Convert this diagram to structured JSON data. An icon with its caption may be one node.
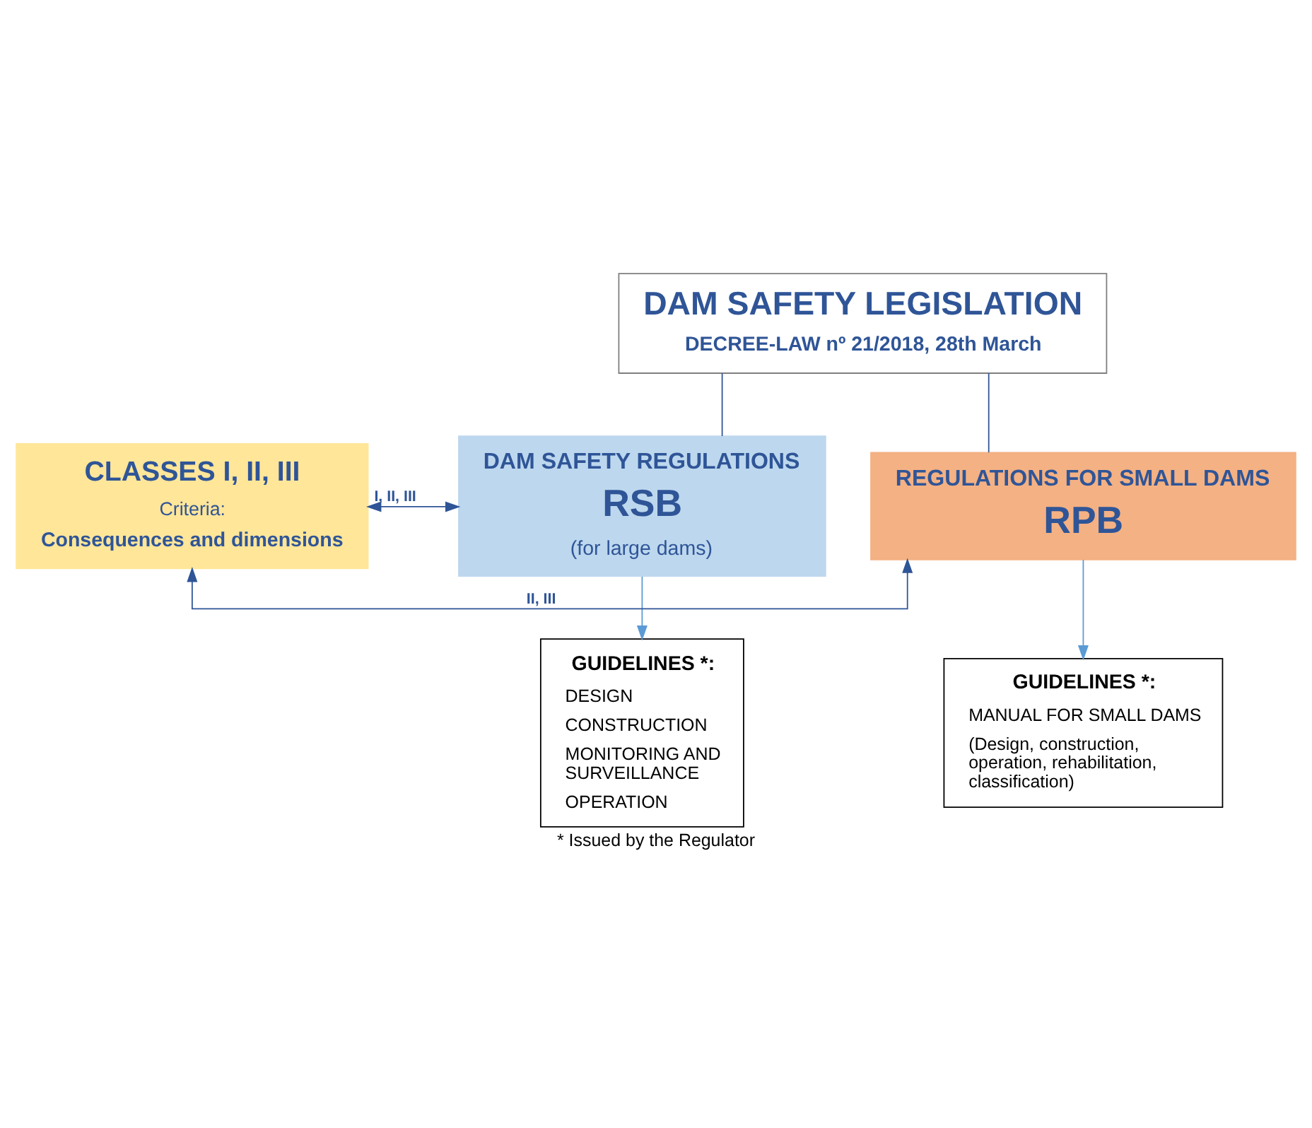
{
  "diagram": {
    "caption": "* Issued by the Regulator",
    "nodes": [
      {
        "text": [
          "DAM SAFETY LEGISLATION",
          "DECREE-LAW nº 21/2018, 28th March"
        ]
      },
      {
        "text": [
          "DAM SAFETY REGULATIONS",
          "RSB",
          "(for large dams)"
        ]
      },
      {
        "text": [
          "CLASSES I, II, III",
          "Criteria:",
          "Consequences and dimensions"
        ]
      },
      {
        "text": [
          "REGULATIONS FOR SMALL DAMS",
          "RPB"
        ]
      },
      {
        "text": [
          "GUIDELINES *:",
          "DESIGN",
          "CONSTRUCTION",
          "MONITORING AND SURVEILLANCE",
          "OPERATION"
        ]
      },
      {
        "text": [
          "GUIDELINES *:",
          "MANUAL FOR SMALL DAMS",
          "(Design, construction, operation, rehabilitation, classification)"
        ]
      }
    ],
    "edges": [
      {
        "from": 0,
        "to": 1,
        "arrow": "none"
      },
      {
        "from": 0,
        "to": 3,
        "arrow": "none"
      },
      {
        "from": 2,
        "to": 1,
        "arrow": "both",
        "label": "I, II, III"
      },
      {
        "from": 2,
        "to": 3,
        "arrow": "both",
        "label": "II, III"
      },
      {
        "from": 1,
        "to": 4,
        "arrow": "to",
        "color": "#5b9bd5"
      },
      {
        "from": 3,
        "to": 5,
        "arrow": "to",
        "color": "#5b9bd5"
      }
    ]
  }
}
